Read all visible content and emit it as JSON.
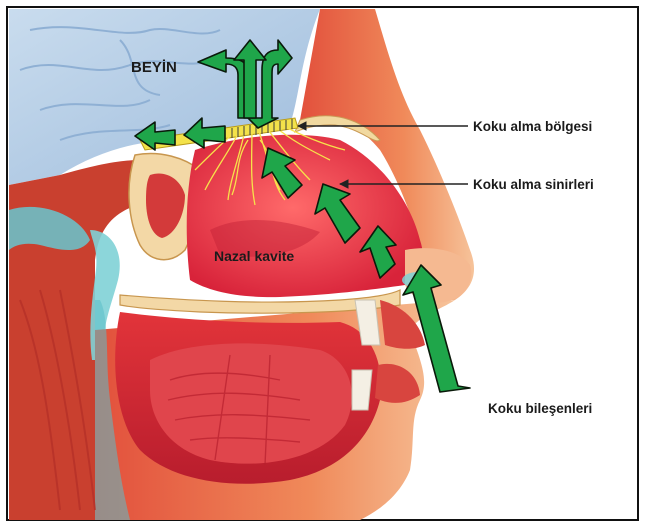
{
  "labels": {
    "brain": "BEYİN",
    "olfactory_region": "Koku alma bölgesi",
    "olfactory_nerves": "Koku alma sinirleri",
    "nasal_cavity": "Nazal kavite",
    "odor_compounds": "Koku bileşenleri"
  },
  "colors": {
    "arrow": "#1fa64a",
    "arrow_outline": "#0a1a0a",
    "brain": "#aecbe6",
    "tissue": "#e8443a",
    "skin": "#f3b08a",
    "bone": "#f1d9a0",
    "nerve": "#f7e24a",
    "cavity": "#e7373f"
  },
  "icons": {
    "arrows": "green-flow-arrow",
    "leader_lines": "pointer-line"
  }
}
